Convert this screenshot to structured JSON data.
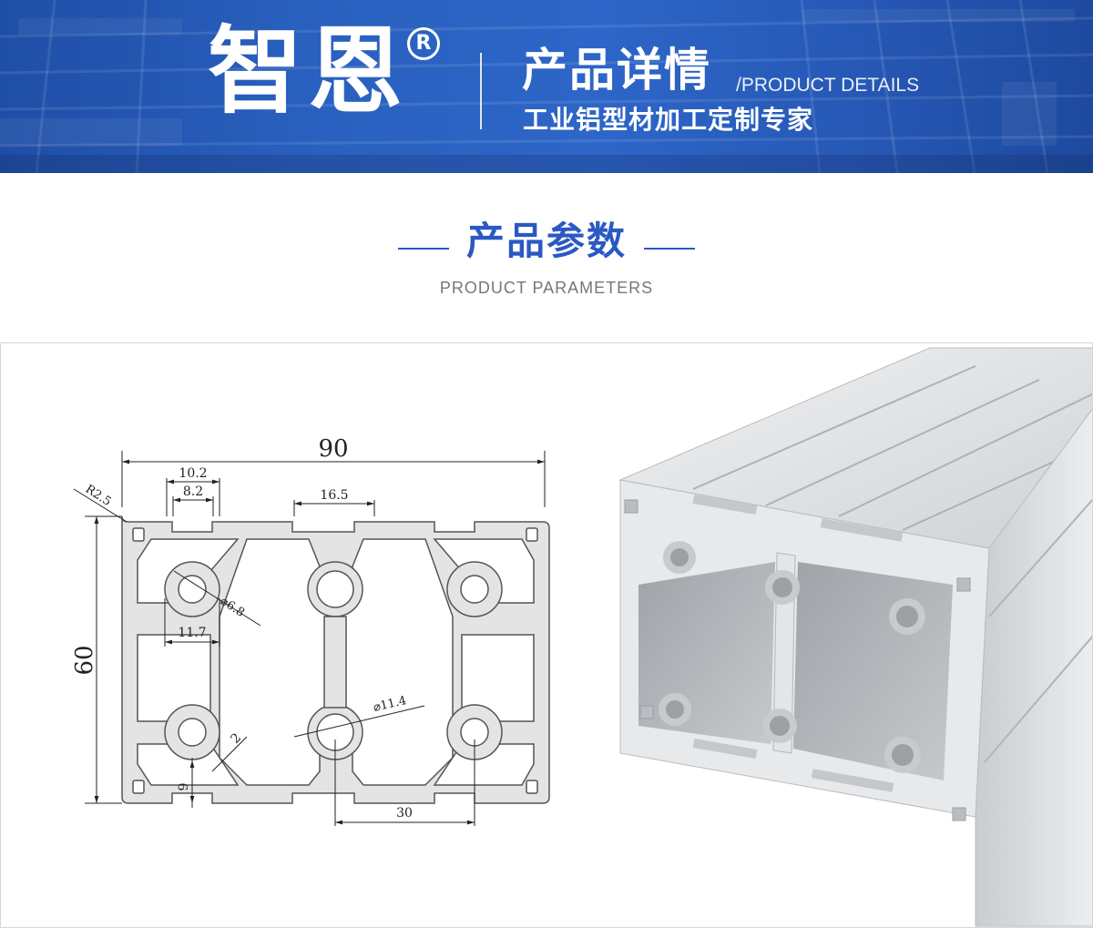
{
  "banner": {
    "brand": "智恩",
    "registered": "R",
    "title": "产品详情",
    "title_en": "/PRODUCT DETAILS",
    "subtitle": "工业铝型材加工定制专家"
  },
  "section": {
    "title": "产品参数",
    "subtitle": "PRODUCT PARAMETERS"
  },
  "drawing": {
    "width": "90",
    "height": "60",
    "corner_radius": "R2.5",
    "slot_outer": "10.2",
    "slot_inner": "8.2",
    "slot_pitch": "16.5",
    "small_hole_dia": "⌀6.8",
    "boss_width": "11.7",
    "large_hole_dia": "⌀11.4",
    "wall": "2",
    "depth": "9",
    "hole_pitch": "30"
  },
  "colors": {
    "banner_blue": "#2a61c0",
    "accent_blue": "#2b59c3",
    "profile_fill": "#e3e3e3",
    "line": "#555555"
  }
}
